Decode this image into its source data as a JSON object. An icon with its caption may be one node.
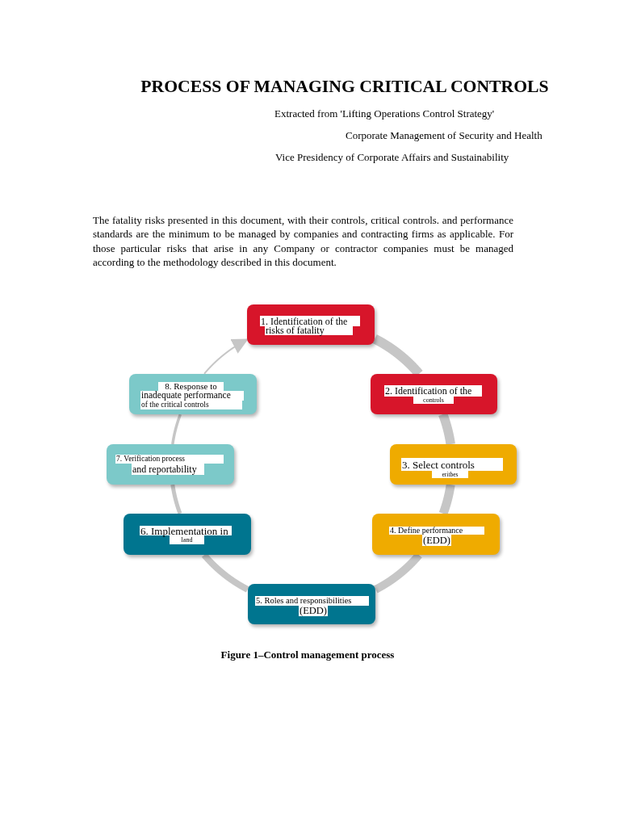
{
  "diagram": {
    "title": "PROCESS OF MANAGING CRITICAL CONTROLS",
    "caption": "Figure 1–Control management process",
    "nodes": [
      {
        "text": [
          "1. Identification of the",
          "risks of fatality"
        ]
      },
      {
        "text": [
          "2. Identification of the",
          "controls"
        ]
      },
      {
        "text": [
          "3. Select controls",
          "eritbes"
        ]
      },
      {
        "text": [
          "4. Define performance",
          "(EDD)"
        ]
      },
      {
        "text": [
          "5. Roles and responsibilities",
          "(EDD)"
        ]
      },
      {
        "text": [
          "6. Implementation in",
          "land"
        ]
      },
      {
        "text": [
          "7. Verification process",
          "and reportability"
        ]
      },
      {
        "text": [
          "8. Response to",
          "inadequate performance",
          "of the critical controls"
        ]
      }
    ],
    "edges": [
      {
        "from": 0,
        "to": 1,
        "arrow": "none"
      },
      {
        "from": 1,
        "to": 2,
        "arrow": "none"
      },
      {
        "from": 2,
        "to": 3,
        "arrow": "none"
      },
      {
        "from": 3,
        "to": 4,
        "arrow": "none"
      },
      {
        "from": 4,
        "to": 5,
        "arrow": "none"
      },
      {
        "from": 5,
        "to": 6,
        "arrow": "none"
      },
      {
        "from": 6,
        "to": 7,
        "arrow": "none"
      },
      {
        "from": 7,
        "to": 0,
        "arrow": "to"
      }
    ],
    "labels": [
      "Extracted from 'Lifting Operations Control Strategy'",
      "Corporate Management of Security and Health",
      "Vice Presidency of Corporate Affairs and Sustainability",
      "The fatality risks presented in this document, with their controls, critical controls. and performance standards are the minimum to be managed by companies and contracting firms as applicable. For those particular risks that arise in any Company or contractor companies must be managed according to the methodology described in this document."
    ]
  }
}
